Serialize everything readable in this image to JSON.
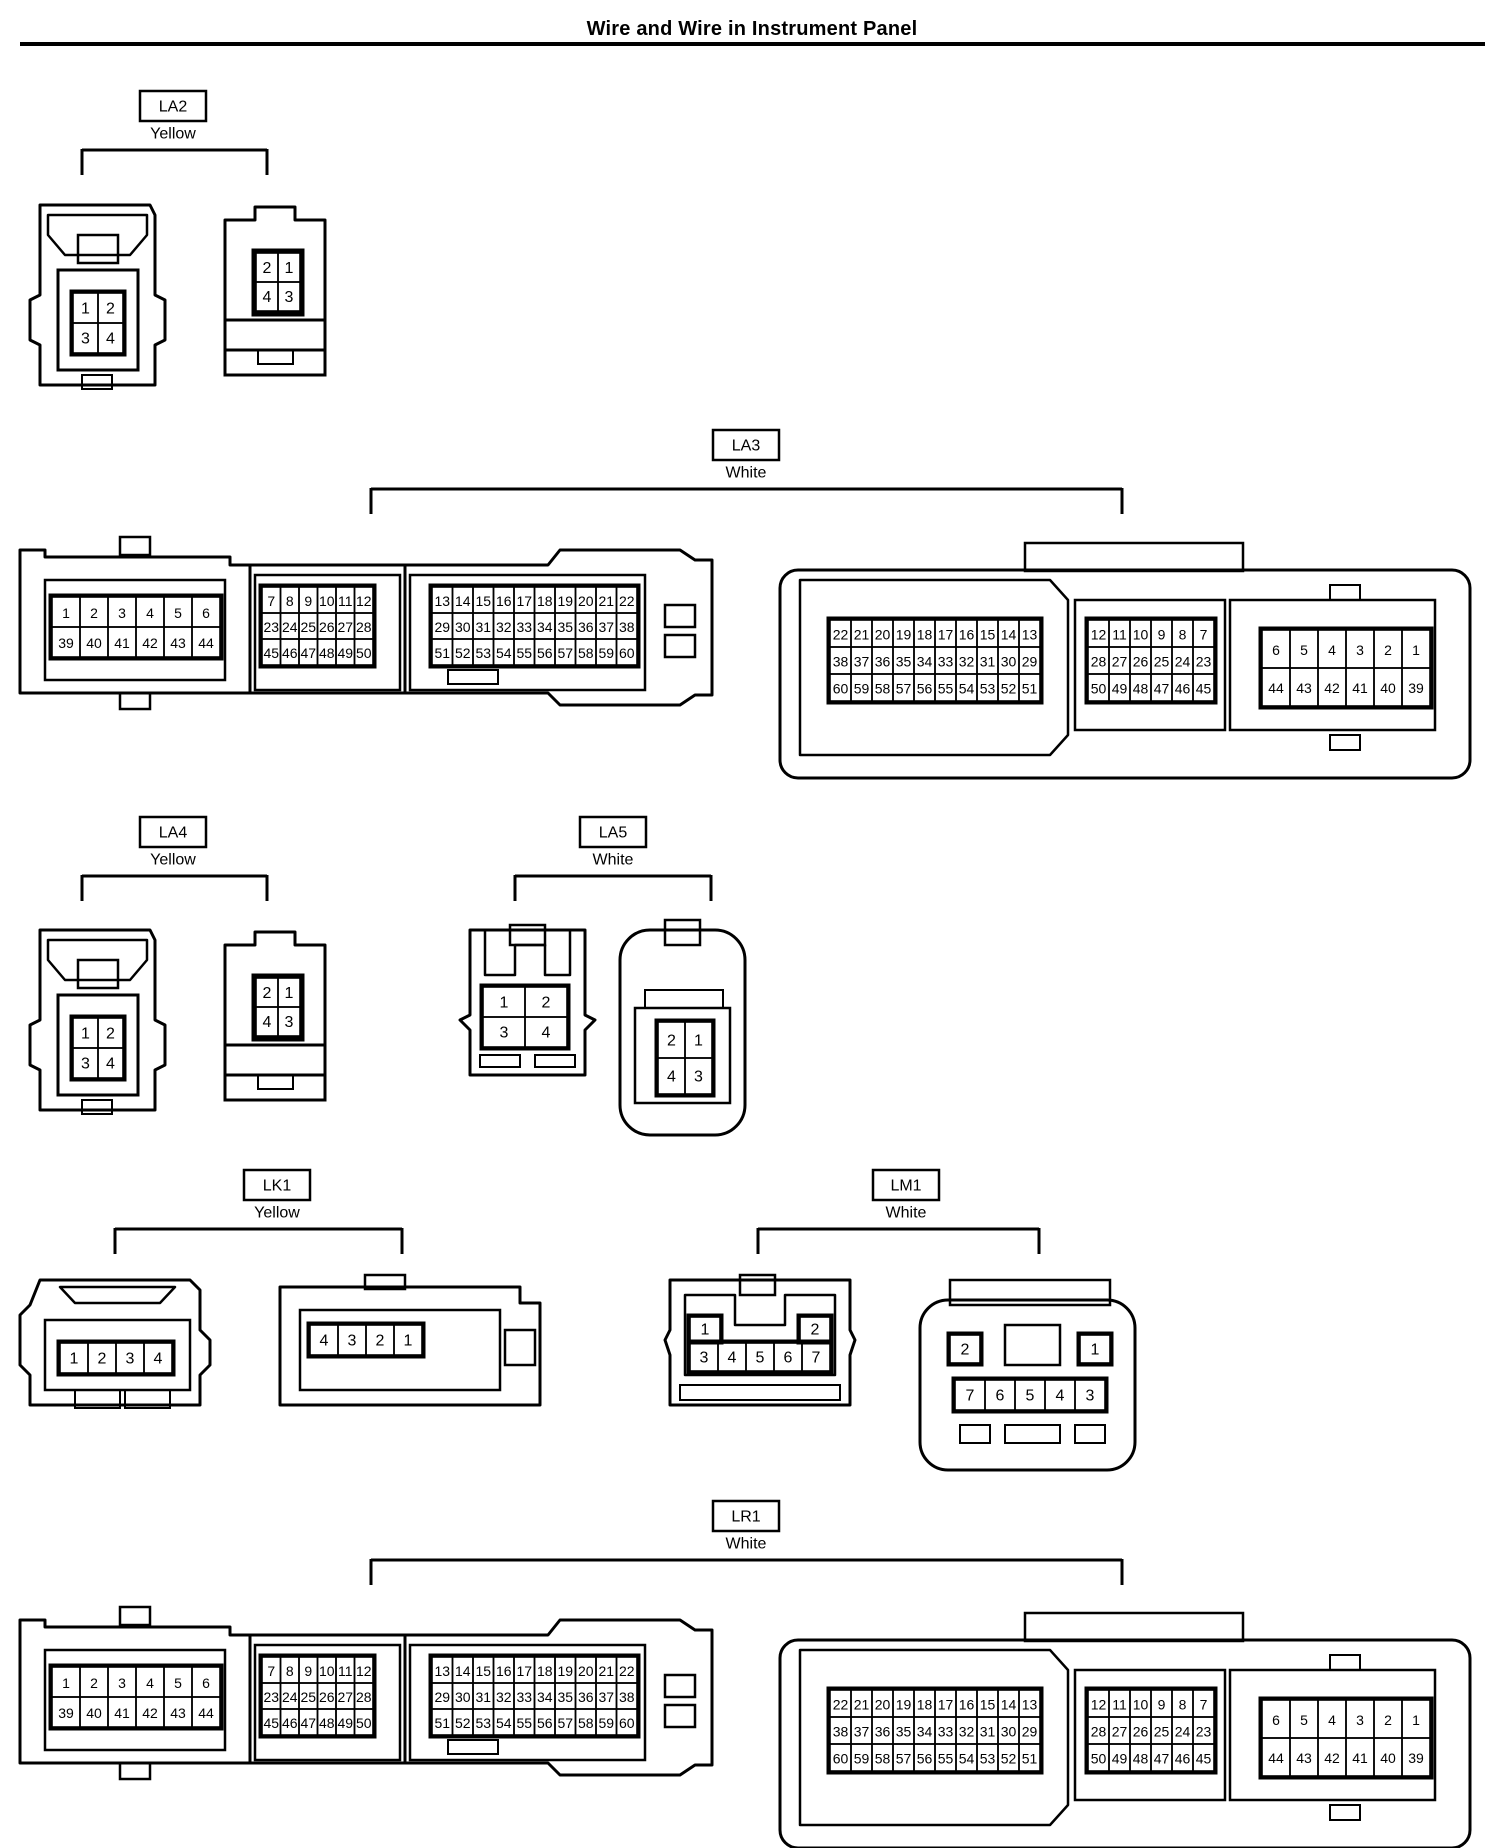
{
  "title": "Wire and Wire in Instrument Panel",
  "colors": {
    "ink": "#000000",
    "paper": "#ffffff"
  },
  "connectors": [
    {
      "id": "LA2",
      "color": "Yellow",
      "variant": "small4",
      "views": [
        {
          "kind": "female",
          "pins": [
            "1",
            "2",
            "3",
            "4"
          ]
        },
        {
          "kind": "male",
          "pins": [
            "2",
            "1",
            "4",
            "3"
          ]
        }
      ]
    },
    {
      "id": "LA3",
      "color": "White",
      "variant": "ecu",
      "views": [
        {
          "kind": "female",
          "groups": [
            [
              [
                "1",
                "2",
                "3",
                "4",
                "5",
                "6"
              ],
              [
                "39",
                "40",
                "41",
                "42",
                "43",
                "44"
              ]
            ],
            [
              [
                "7",
                "8",
                "9",
                "10",
                "11",
                "12"
              ],
              [
                "23",
                "24",
                "25",
                "26",
                "27",
                "28"
              ],
              [
                "45",
                "46",
                "47",
                "48",
                "49",
                "50"
              ]
            ],
            [
              [
                "13",
                "14",
                "15",
                "16",
                "17",
                "18",
                "19",
                "20",
                "21",
                "22"
              ],
              [
                "29",
                "30",
                "31",
                "32",
                "33",
                "34",
                "35",
                "36",
                "37",
                "38"
              ],
              [
                "51",
                "52",
                "53",
                "54",
                "55",
                "56",
                "57",
                "58",
                "59",
                "60"
              ]
            ]
          ]
        },
        {
          "kind": "male",
          "groups": [
            [
              [
                "22",
                "21",
                "20",
                "19",
                "18",
                "17",
                "16",
                "15",
                "14",
                "13"
              ],
              [
                "38",
                "37",
                "36",
                "35",
                "34",
                "33",
                "32",
                "31",
                "30",
                "29"
              ],
              [
                "60",
                "59",
                "58",
                "57",
                "56",
                "55",
                "54",
                "53",
                "52",
                "51"
              ]
            ],
            [
              [
                "12",
                "11",
                "10",
                "9",
                "8",
                "7"
              ],
              [
                "28",
                "27",
                "26",
                "25",
                "24",
                "23"
              ],
              [
                "50",
                "49",
                "48",
                "47",
                "46",
                "45"
              ]
            ],
            [
              [
                "6",
                "5",
                "4",
                "3",
                "2",
                "1"
              ],
              [
                "44",
                "43",
                "42",
                "41",
                "40",
                "39"
              ]
            ]
          ]
        }
      ]
    },
    {
      "id": "LA4",
      "color": "Yellow",
      "variant": "small4",
      "views": [
        {
          "kind": "female",
          "pins": [
            "1",
            "2",
            "3",
            "4"
          ]
        },
        {
          "kind": "male",
          "pins": [
            "2",
            "1",
            "4",
            "3"
          ]
        }
      ]
    },
    {
      "id": "LA5",
      "color": "White",
      "variant": "square4",
      "views": [
        {
          "kind": "female",
          "pins": [
            "1",
            "2",
            "3",
            "4"
          ]
        },
        {
          "kind": "male",
          "pins": [
            "2",
            "1",
            "4",
            "3"
          ]
        }
      ]
    },
    {
      "id": "LK1",
      "color": "Yellow",
      "variant": "row4",
      "views": [
        {
          "kind": "female",
          "pins": [
            "1",
            "2",
            "3",
            "4"
          ]
        },
        {
          "kind": "male",
          "pins": [
            "4",
            "3",
            "2",
            "1"
          ]
        }
      ]
    },
    {
      "id": "LM1",
      "color": "White",
      "variant": "seven",
      "views": [
        {
          "kind": "female",
          "top": [
            "1",
            "2"
          ],
          "bottom": [
            "3",
            "4",
            "5",
            "6",
            "7"
          ]
        },
        {
          "kind": "male",
          "top": [
            "2",
            "1"
          ],
          "bottom": [
            "7",
            "6",
            "5",
            "4",
            "3"
          ]
        }
      ]
    },
    {
      "id": "LR1",
      "color": "White",
      "variant": "ecu",
      "views": [
        {
          "kind": "female",
          "groups": [
            [
              [
                "1",
                "2",
                "3",
                "4",
                "5",
                "6"
              ],
              [
                "39",
                "40",
                "41",
                "42",
                "43",
                "44"
              ]
            ],
            [
              [
                "7",
                "8",
                "9",
                "10",
                "11",
                "12"
              ],
              [
                "23",
                "24",
                "25",
                "26",
                "27",
                "28"
              ],
              [
                "45",
                "46",
                "47",
                "48",
                "49",
                "50"
              ]
            ],
            [
              [
                "13",
                "14",
                "15",
                "16",
                "17",
                "18",
                "19",
                "20",
                "21",
                "22"
              ],
              [
                "29",
                "30",
                "31",
                "32",
                "33",
                "34",
                "35",
                "36",
                "37",
                "38"
              ],
              [
                "51",
                "52",
                "53",
                "54",
                "55",
                "56",
                "57",
                "58",
                "59",
                "60"
              ]
            ]
          ]
        },
        {
          "kind": "male",
          "groups": [
            [
              [
                "22",
                "21",
                "20",
                "19",
                "18",
                "17",
                "16",
                "15",
                "14",
                "13"
              ],
              [
                "38",
                "37",
                "36",
                "35",
                "34",
                "33",
                "32",
                "31",
                "30",
                "29"
              ],
              [
                "60",
                "59",
                "58",
                "57",
                "56",
                "55",
                "54",
                "53",
                "52",
                "51"
              ]
            ],
            [
              [
                "12",
                "11",
                "10",
                "9",
                "8",
                "7"
              ],
              [
                "28",
                "27",
                "26",
                "25",
                "24",
                "23"
              ],
              [
                "50",
                "49",
                "48",
                "47",
                "46",
                "45"
              ]
            ],
            [
              [
                "6",
                "5",
                "4",
                "3",
                "2",
                "1"
              ],
              [
                "44",
                "43",
                "42",
                "41",
                "40",
                "39"
              ]
            ]
          ]
        }
      ]
    }
  ]
}
